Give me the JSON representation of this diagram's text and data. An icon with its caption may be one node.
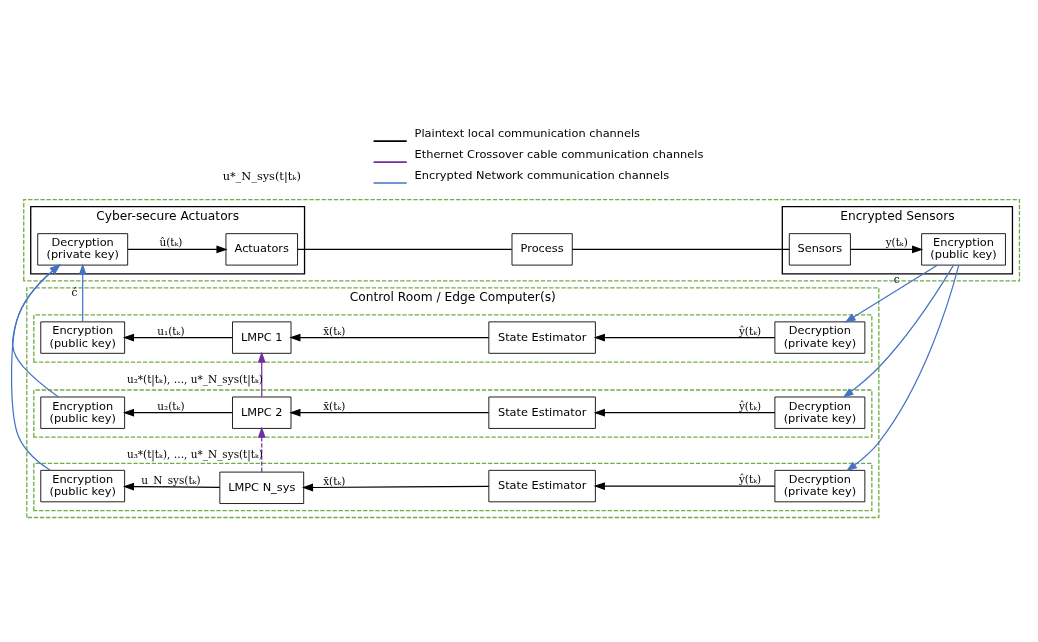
{
  "diagram": {
    "nodes": [
      {
        "text": [],
        "shape": "box"
      },
      {
        "text": [
          "Cyber-secure Actuators"
        ],
        "in": 0
      },
      {
        "text": [
          "Decryption",
          "(private key)"
        ],
        "in": 1
      },
      {
        "text": [
          "Actuators"
        ],
        "in": 1
      },
      {
        "text": [
          "Process"
        ],
        "in": 0
      },
      {
        "text": [
          "Encrypted Sensors"
        ],
        "in": 0
      },
      {
        "text": [
          "Sensors"
        ],
        "in": 5
      },
      {
        "text": [
          "Encryption",
          "(public key)"
        ],
        "in": 5
      },
      {
        "text": [
          "Control Room / Edge Computer(s)"
        ]
      },
      {
        "text": [],
        "shape": "box",
        "in": 8
      },
      {
        "text": [
          "Encryption",
          "(public key)"
        ],
        "in": 9
      },
      {
        "text": [
          "LMPC 1"
        ],
        "in": 9
      },
      {
        "text": [
          "State Estimator"
        ],
        "in": 9
      },
      {
        "text": [
          "Decryption",
          "(private key)"
        ],
        "in": 9
      },
      {
        "text": [],
        "shape": "box",
        "in": 8
      },
      {
        "text": [
          "Encryption",
          "(public key)"
        ],
        "in": 14
      },
      {
        "text": [
          "LMPC 2"
        ],
        "in": 14
      },
      {
        "text": [
          "State Estimator"
        ],
        "in": 14
      },
      {
        "text": [
          "Decryption",
          "(private key)"
        ],
        "in": 14
      },
      {
        "text": [],
        "shape": "box",
        "in": 8
      },
      {
        "text": [
          "Encryption",
          "(public key)"
        ],
        "in": 19
      },
      {
        "text": [
          "LMPC N_sys"
        ],
        "in": 19
      },
      {
        "text": [
          "State Estimator"
        ],
        "in": 19
      },
      {
        "text": [
          "Decryption",
          "(private key)"
        ],
        "in": 19
      }
    ],
    "edges": [
      {
        "from": 2,
        "to": 3,
        "arrow": "to",
        "label": "û(tₖ)"
      },
      {
        "from": 3,
        "to": 4,
        "arrow": "none"
      },
      {
        "from": 4,
        "to": 6,
        "arrow": "none"
      },
      {
        "from": 6,
        "to": 7,
        "arrow": "to",
        "label": "y(tₖ)"
      },
      {
        "from": 7,
        "to": 13,
        "arrow": "to",
        "label": "c",
        "color": "#4472c4"
      },
      {
        "from": 7,
        "to": 18,
        "arrow": "to",
        "color": "#4472c4"
      },
      {
        "from": 7,
        "to": 23,
        "arrow": "to",
        "color": "#4472c4"
      },
      {
        "from": 10,
        "to": 2,
        "arrow": "to",
        "label": "ć",
        "color": "#4472c4"
      },
      {
        "from": 15,
        "to": 2,
        "arrow": "to",
        "color": "#4472c4"
      },
      {
        "from": 20,
        "to": 2,
        "arrow": "to",
        "color": "#4472c4"
      },
      {
        "from": 13,
        "to": 12,
        "arrow": "to",
        "label": "ŷ(tₖ)"
      },
      {
        "from": 12,
        "to": 11,
        "arrow": "to",
        "label": "x̄(tₖ)"
      },
      {
        "from": 11,
        "to": 10,
        "arrow": "to",
        "label": "u₁(tₖ)"
      },
      {
        "from": 18,
        "to": 17,
        "arrow": "to",
        "label": "ŷ(tₖ)"
      },
      {
        "from": 17,
        "to": 16,
        "arrow": "to",
        "label": "x̄(tₖ)"
      },
      {
        "from": 16,
        "to": 15,
        "arrow": "to",
        "label": "u₂(tₖ)"
      },
      {
        "from": 23,
        "to": 22,
        "arrow": "to",
        "label": "ŷ(tₖ)"
      },
      {
        "from": 22,
        "to": 21,
        "arrow": "to",
        "label": "x̄(tₖ)"
      },
      {
        "from": 21,
        "to": 20,
        "arrow": "to",
        "label": "u_N_sys(tₖ)"
      },
      {
        "from": 16,
        "to": 11,
        "arrow": "to",
        "label": "u₂*(t|tₖ), …, u*_N_sys(t|tₖ)",
        "color": "#7030a0"
      },
      {
        "from": 21,
        "to": 16,
        "arrow": "to",
        "label": "u₃*(t|tₖ), …, u*_N_sys(t|tₖ)",
        "style": "dashed",
        "color": "#7030a0"
      }
    ],
    "labels": [
      "u*_N_sys(t|tₖ)"
    ],
    "legend": [
      {
        "text": "Plaintext local communication channels"
      },
      {
        "text": "Ethernet Crossover cable communication channels"
      },
      {
        "text": "Encrypted Network communication channels"
      }
    ]
  }
}
